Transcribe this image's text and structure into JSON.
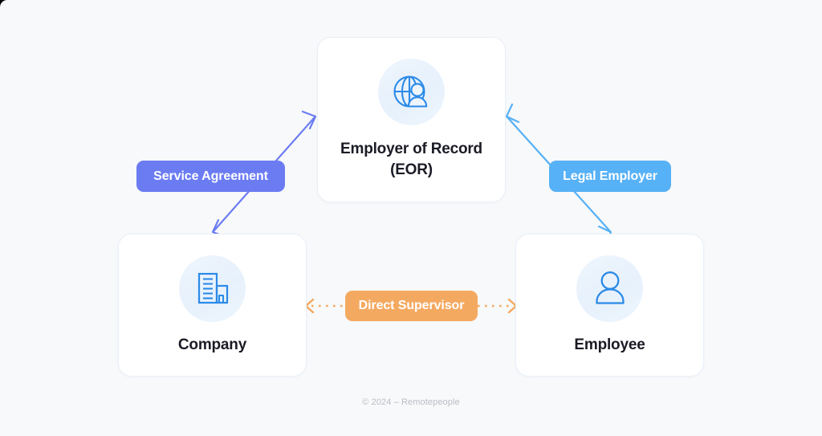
{
  "diagram": {
    "title": "Employer of Record relationship diagram",
    "background_color": "#f8f9fa"
  },
  "nodes": [
    {
      "id": "eor",
      "title_line1": "Employer of Record",
      "title_line2": "(EOR)",
      "icon": "globe-person-icon",
      "icon_color": "#2b8ae8"
    },
    {
      "id": "company",
      "title_line1": "Company",
      "title_line2": "",
      "icon": "office-building-icon",
      "icon_color": "#2b8ae8"
    },
    {
      "id": "employee",
      "title_line1": "Employee",
      "title_line2": "",
      "icon": "person-icon",
      "icon_color": "#2b8ae8"
    }
  ],
  "connectors": [
    {
      "id": "service-agreement",
      "label": "Service Agreement",
      "color": "#6b7cf2",
      "from": "company",
      "to": "eor",
      "style": "solid",
      "arrows": "both"
    },
    {
      "id": "legal-employer",
      "label": "Legal Employer",
      "color": "#57b1f6",
      "from": "eor",
      "to": "employee",
      "style": "solid",
      "arrows": "both"
    },
    {
      "id": "direct-supervisor",
      "label": "Direct Supervisor",
      "color": "#f4a961",
      "from": "company",
      "to": "employee",
      "style": "dotted",
      "arrows": "both"
    }
  ],
  "footer": {
    "text": "© 2024 – Remotepeople"
  }
}
